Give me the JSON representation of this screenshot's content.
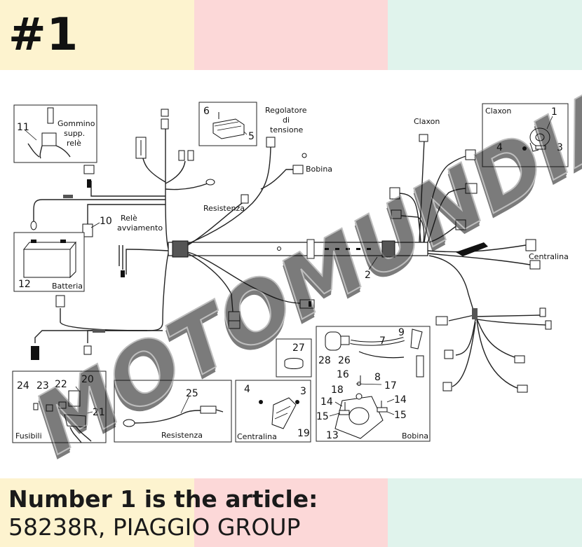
{
  "badge": "#1",
  "caption": {
    "line1": "Number 1 is the article:",
    "line2": "58238R, PIAGGIO GROUP"
  },
  "colors": {
    "band_yellow": "#fdf3cf",
    "band_pink": "#fcd8d8",
    "band_mint": "#e0f3ec",
    "watermark_yellow": "#f6e58a",
    "watermark_pink": "#f2a3a3",
    "watermark_mint": "#bfe7d6"
  },
  "watermark": {
    "text": "MOTOMUNDIA"
  },
  "labels": {
    "gommino": "Gommino",
    "supp": "supp.",
    "rele": "relè",
    "regolatore": "Regolatore",
    "di": "di",
    "tensione": "tensione",
    "bobina_wire": "Bobina",
    "resistenza_wire": "Resistenza",
    "rele_avv_1": "Relè",
    "rele_avv_2": "avviamento",
    "batteria": "Batteria",
    "claxon_wire": "Claxon",
    "claxon_box": "Claxon",
    "centralina_wire": "Centralina",
    "fusibili": "Fusibili",
    "resistenza_box": "Resistenza",
    "centralina_box": "Centralina",
    "bobina_box": "Bobina"
  },
  "parts": {
    "p1": "1",
    "p2": "2",
    "p3a": "3",
    "p3b": "3",
    "p4a": "4",
    "p4b": "4",
    "p5": "5",
    "p6": "6",
    "p7": "7",
    "p8": "8",
    "p9": "9",
    "p10": "10",
    "p11": "11",
    "p12": "12",
    "p13": "13",
    "p14a": "14",
    "p14b": "14",
    "p15a": "15",
    "p15b": "15",
    "p16": "16",
    "p17": "17",
    "p18": "18",
    "p19": "19",
    "p20": "20",
    "p21": "21",
    "p22": "22",
    "p23": "23",
    "p24": "24",
    "p25": "25",
    "p26": "26",
    "p27": "27",
    "p28": "28"
  }
}
